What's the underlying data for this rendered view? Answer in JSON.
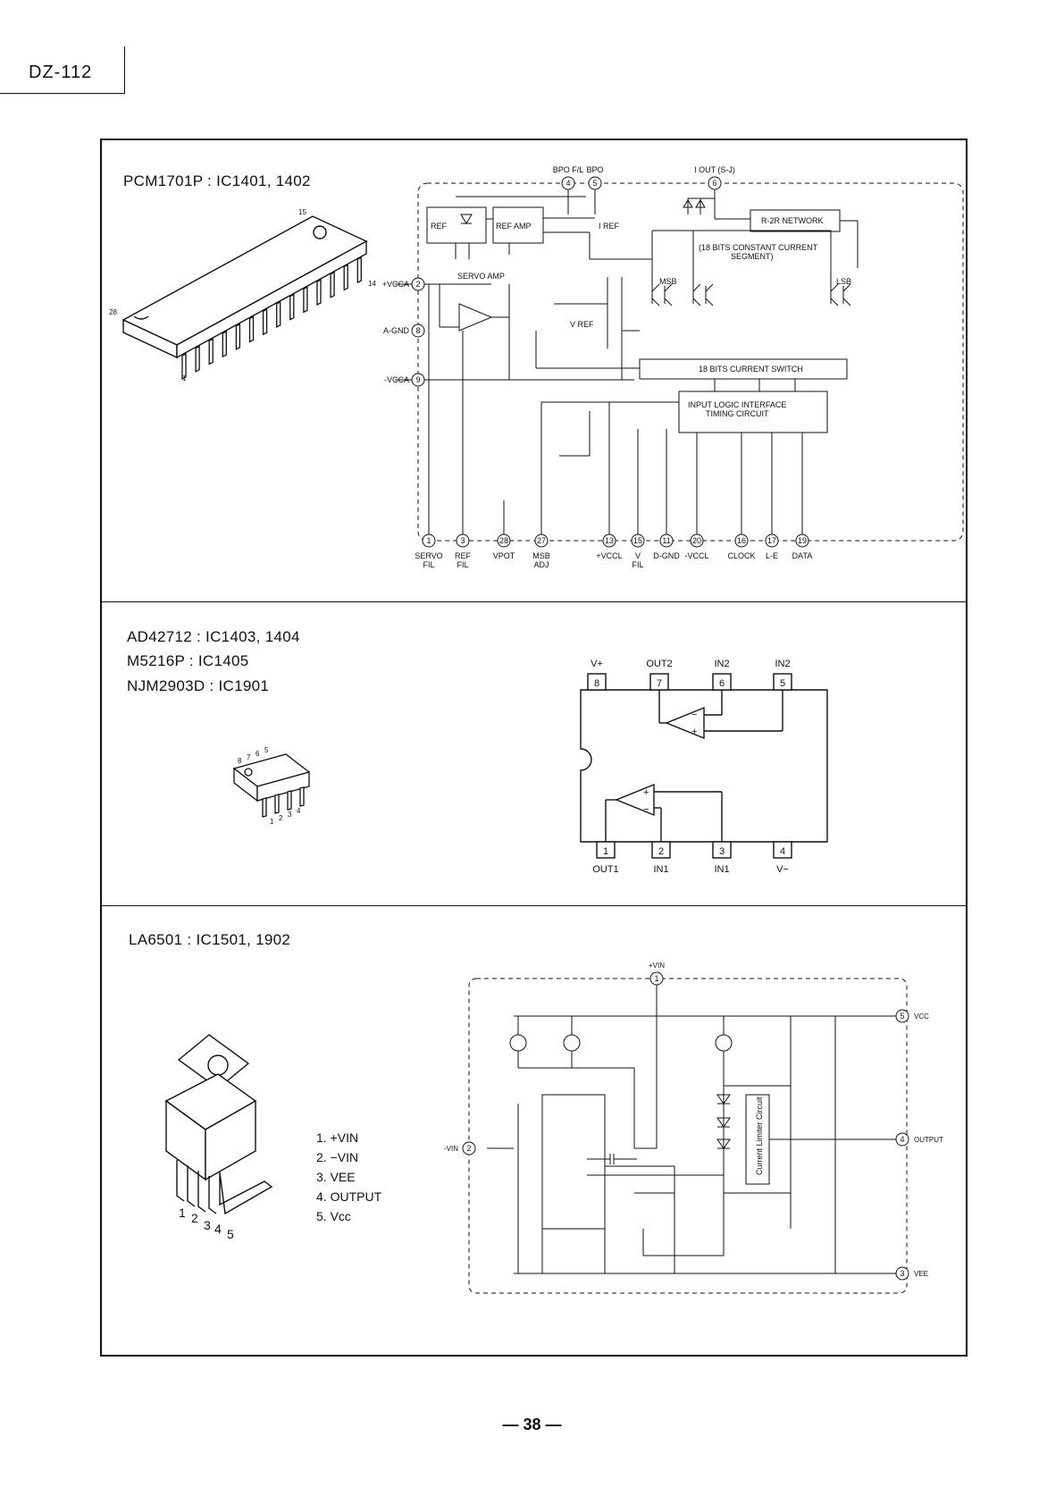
{
  "header": {
    "model": "DZ-112"
  },
  "sections": [
    {
      "title_lines": [
        "PCM1701P : IC1401, 1402"
      ],
      "blocks": {
        "ref": "REF",
        "ref_amp": "REF AMP",
        "r2r": "R-2R NETWORK",
        "constant_current": [
          "(18 BITS CONSTANT CURRENT",
          "SEGMENT)"
        ],
        "current_switch": "18 BITS CURRENT SWITCH",
        "logic": [
          "INPUT LOGIC INTERFACE",
          "TIMING CIRCUIT"
        ],
        "servo_amp": "SERVO AMP",
        "i_ref": "I REF",
        "v_ref": "V REF",
        "msb": "MSB",
        "lsb": "LSB"
      },
      "top_pins": [
        {
          "num": "4",
          "label": "BPO F/L"
        },
        {
          "num": "5",
          "label": "BPO"
        },
        {
          "num": "6",
          "label": "I OUT (S-J)"
        }
      ],
      "left_pins": [
        {
          "num": "2",
          "label": "+VCCA"
        },
        {
          "num": "8",
          "label": "A-GND"
        },
        {
          "num": "9",
          "label": "-VCCA"
        }
      ],
      "bottom_pins": [
        {
          "num": "1",
          "label": [
            "SERVO",
            "FIL"
          ]
        },
        {
          "num": "3",
          "label": [
            "REF",
            "FIL"
          ]
        },
        {
          "num": "28",
          "label": [
            "VPOT"
          ]
        },
        {
          "num": "27",
          "label": [
            "MSB",
            "ADJ"
          ]
        },
        {
          "num": "13",
          "label": [
            "+VCCL"
          ]
        },
        {
          "num": "15",
          "label": [
            "V",
            "FIL"
          ]
        },
        {
          "num": "11",
          "label": [
            "D-GND"
          ]
        },
        {
          "num": "20",
          "label": [
            "-VCCL"
          ]
        },
        {
          "num": "16",
          "label": [
            "CLOCK"
          ]
        },
        {
          "num": "17",
          "label": [
            "L-E"
          ]
        },
        {
          "num": "19",
          "label": [
            "DATA"
          ]
        }
      ],
      "package_marks": [
        "15",
        "28",
        "14",
        "1"
      ]
    },
    {
      "title_lines": [
        "AD42712    : IC1403, 1404",
        "M5216P     : IC1405",
        "NJM2903D : IC1901"
      ],
      "top_pins": [
        {
          "num": "8",
          "label": "V+"
        },
        {
          "num": "7",
          "label": "OUT2"
        },
        {
          "num": "6",
          "label": "IN2"
        },
        {
          "num": "5",
          "label": "IN2"
        }
      ],
      "bottom_pins": [
        {
          "num": "1",
          "label": "OUT1"
        },
        {
          "num": "2",
          "label": "IN1"
        },
        {
          "num": "3",
          "label": "IN1"
        },
        {
          "num": "4",
          "label": "V−"
        }
      ],
      "package_marks": [
        "8",
        "7",
        "6",
        "5",
        "1",
        "2",
        "3",
        "4"
      ]
    },
    {
      "title_lines": [
        "LA6501 : IC1501, 1902"
      ],
      "legend": [
        "1.  +VIN",
        "2.  −VIN",
        "3.  VEE",
        "4.  OUTPUT",
        "5.  Vcc"
      ],
      "pins": {
        "vin_plus": {
          "num": "1",
          "label": "+VIN"
        },
        "vin_minus": {
          "num": "2",
          "label": "-VIN"
        },
        "vcc": {
          "num": "5",
          "label": "VCC"
        },
        "output": {
          "num": "4",
          "label": "OUTPUT"
        },
        "vee": {
          "num": "3",
          "label": "VEE"
        }
      },
      "limiter": "Current Limiter Circuit",
      "package_marks": [
        "1",
        "2",
        "3",
        "4",
        "5"
      ]
    }
  ],
  "footer": {
    "page": "— 38 —"
  },
  "colors": {
    "ink": "#111111",
    "paper": "#ffffff"
  }
}
